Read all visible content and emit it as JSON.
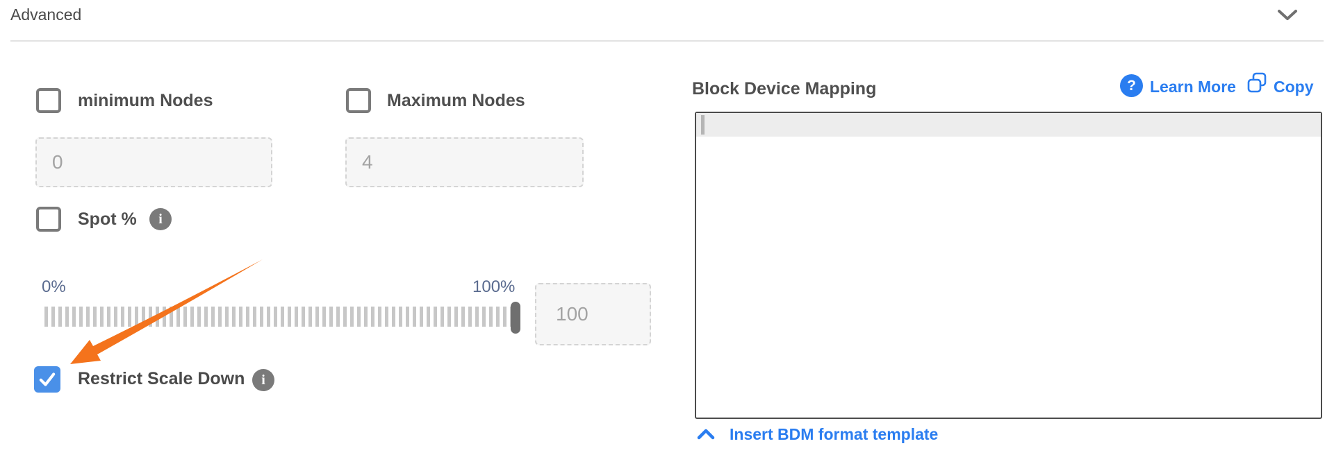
{
  "section": {
    "title": "Advanced"
  },
  "form": {
    "min_nodes": {
      "label": "minimum Nodes",
      "placeholder": "0",
      "checked": false
    },
    "max_nodes": {
      "label": "Maximum Nodes",
      "placeholder": "4",
      "checked": false
    },
    "spot": {
      "label": "Spot %",
      "checked": false,
      "info_icon": "info-icon"
    },
    "slider": {
      "min_label": "0%",
      "max_label": "100%",
      "value_placeholder": "100",
      "position_percent": 100
    },
    "restrict_scale_down": {
      "label": "Restrict Scale Down",
      "checked": true,
      "info_icon": "info-icon"
    }
  },
  "bdm": {
    "title": "Block Device Mapping",
    "learn_more_label": "Learn More",
    "copy_label": "Copy",
    "editor_value": "",
    "insert_template_label": "Insert BDM format template"
  },
  "icons": {
    "section_collapse": "chevron-down-icon",
    "insert_template": "chevron-up-icon",
    "info": "i",
    "help": "?"
  },
  "annotation": {
    "type": "arrow",
    "color": "#f4731c",
    "points_to": "Restrict Scale Down checkbox"
  },
  "colors": {
    "accent_blue": "#2a7df0",
    "checkbox_checked_blue": "#4a90e8",
    "arrow_orange": "#f4731c",
    "slider_label_slate": "#5a6b8f",
    "text_dark": "#4f4f4f",
    "divider": "#e2e2e2",
    "tick_gray": "#c7c7c7",
    "handle_gray": "#6f6f6f"
  }
}
